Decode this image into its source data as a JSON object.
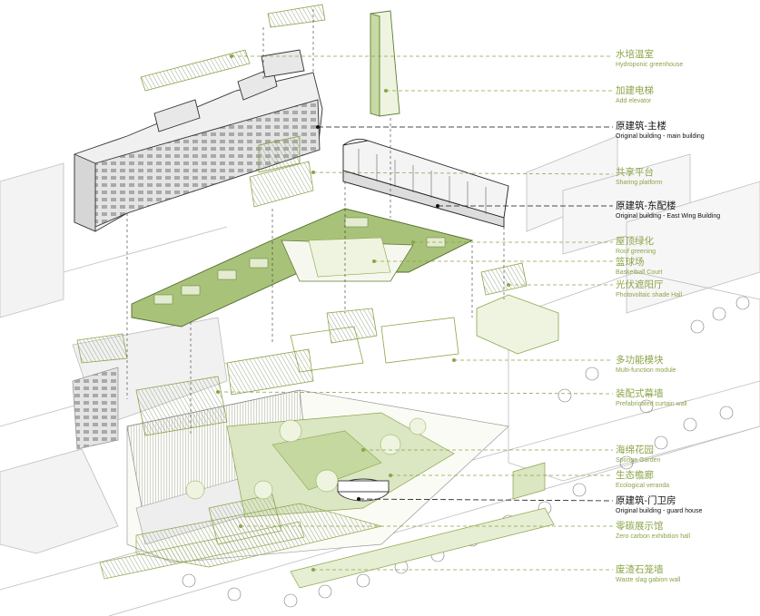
{
  "colors": {
    "green": "#8ca44a",
    "green_light": "#c9d9a6",
    "green_dark": "#5c7d32",
    "line": "#555555",
    "black": "#111111"
  },
  "labels": [
    {
      "zh": "水培温室",
      "en": "Hydroponic greenhouse",
      "tone": "green"
    },
    {
      "zh": "加建电梯",
      "en": "Add elevator",
      "tone": "green"
    },
    {
      "zh": "原建筑-主楼",
      "en": "Original building - main building",
      "tone": "black"
    },
    {
      "zh": "共享平台",
      "en": "Sharing platform",
      "tone": "green"
    },
    {
      "zh": "原建筑-东配楼",
      "en": "Original building - East Wing Building",
      "tone": "black"
    },
    {
      "zh": "屋顶绿化",
      "en": "Roof greening",
      "tone": "green"
    },
    {
      "zh": "篮球场",
      "en": "Basketball Court",
      "tone": "green"
    },
    {
      "zh": "光伏遮阳厅",
      "en": "Photovoltaic shade Hall",
      "tone": "green"
    },
    {
      "zh": "多功能模块",
      "en": "Multi-function module",
      "tone": "green"
    },
    {
      "zh": "装配式幕墙",
      "en": "Prefabricated curtain wall",
      "tone": "green"
    },
    {
      "zh": "海绵花园",
      "en": "Sponge Garden",
      "tone": "green"
    },
    {
      "zh": "生态檐廊",
      "en": "Ecological veranda",
      "tone": "green"
    },
    {
      "zh": "原建筑-门卫房",
      "en": "Original building - guard house",
      "tone": "black"
    },
    {
      "zh": "零碳展示馆",
      "en": "Zero carbon exhibition hall",
      "tone": "green"
    },
    {
      "zh": "废渣石笼墙",
      "en": "Waste slag gabion wall",
      "tone": "green"
    }
  ]
}
